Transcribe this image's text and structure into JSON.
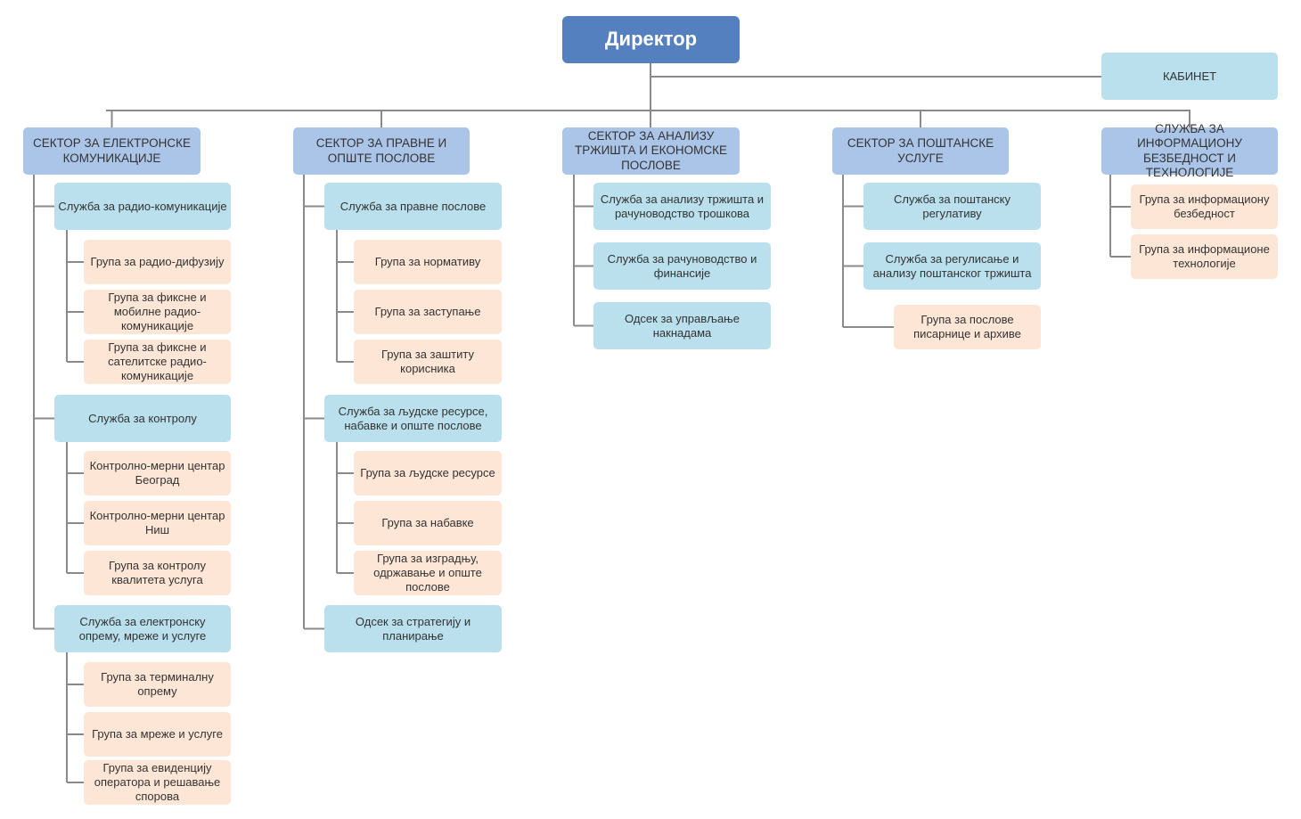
{
  "director": "Директор",
  "cabinet": "КАБИНЕТ",
  "sectors": [
    {
      "title": "СЕКТОР ЗА ЕЛЕКТРОНСКЕ КОМУНИКАЦИЈЕ",
      "units": [
        {
          "title": "Служба за радио-комуникације",
          "groups": [
            "Група за радио-дифузију",
            "Група за фиксне и мобилне радио-комуникације",
            "Група за фиксне и сателитске радио-комуникације"
          ]
        },
        {
          "title": "Служба за контролу",
          "groups": [
            "Контролно-мерни центар Београд",
            "Контролно-мерни центар Ниш",
            "Група за контролу квалитета услуга"
          ]
        },
        {
          "title": "Служба за електронску опрему, мреже и услуге",
          "groups": [
            "Група за терминалну опрему",
            "Група за мреже и услуге",
            "Група за евиденцију оператора и решавање спорова"
          ]
        }
      ]
    },
    {
      "title": "СЕКТОР ЗА ПРАВНЕ И ОПШТЕ ПОСЛОВЕ",
      "units": [
        {
          "title": "Служба за правне послове",
          "groups": [
            "Група за нормативу",
            "Група за заступање",
            "Група за заштиту корисника"
          ]
        },
        {
          "title": "Служба за људске ресурсе, набавке и опште послове",
          "groups": [
            "Група за људске ресурсе",
            "Група за набавке",
            "Група за изградњу, одржавање и опште послове"
          ]
        },
        {
          "title": "Одсек за стратегију и планирање",
          "groups": []
        }
      ]
    },
    {
      "title": "СЕКТОР ЗА АНАЛИЗУ ТРЖИШТА И ЕКОНОМСКЕ ПОСЛОВЕ",
      "units": [
        {
          "title": "Служба за анализу тржишта и рачуноводство трошкова",
          "groups": []
        },
        {
          "title": "Служба за рачуноводство и финансије",
          "groups": []
        },
        {
          "title": "Одсек за управљање накнадама",
          "groups": []
        }
      ]
    },
    {
      "title": "СЕКТОР ЗА ПОШТАНСКЕ УСЛУГЕ",
      "units": [
        {
          "title": "Служба за поштанску регулативу",
          "groups": []
        },
        {
          "title": "Служба за регулисање и анализу поштанског тржишта",
          "groups": []
        },
        {
          "title": "Група за послове писарнице и архиве",
          "groups": []
        }
      ]
    },
    {
      "title": "СЛУЖБА ЗА ИНФОРМАЦИОНУ БЕЗБЕДНОСТ И ТЕХНОЛОГИЈЕ",
      "units": [
        {
          "title": "Група за информациону безбедност",
          "groups": []
        },
        {
          "title": "Група за информационе технологије",
          "groups": []
        }
      ]
    }
  ],
  "colors": {
    "director": "#5480bf",
    "sector": "#abc5e8",
    "service": "#b9e0ec",
    "group": "#fde6d6",
    "connector": "#8a8a8a"
  }
}
